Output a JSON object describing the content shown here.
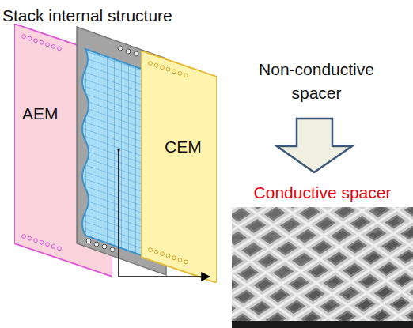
{
  "diagram": {
    "title": "Stack internal structure",
    "nodes": [
      {
        "text": [
          "AEM"
        ]
      },
      {
        "text": [
          "CEM"
        ]
      },
      {
        "text": [
          "Conductive spacer"
        ]
      }
    ],
    "labels": [
      "Non-conductive spacer"
    ]
  }
}
